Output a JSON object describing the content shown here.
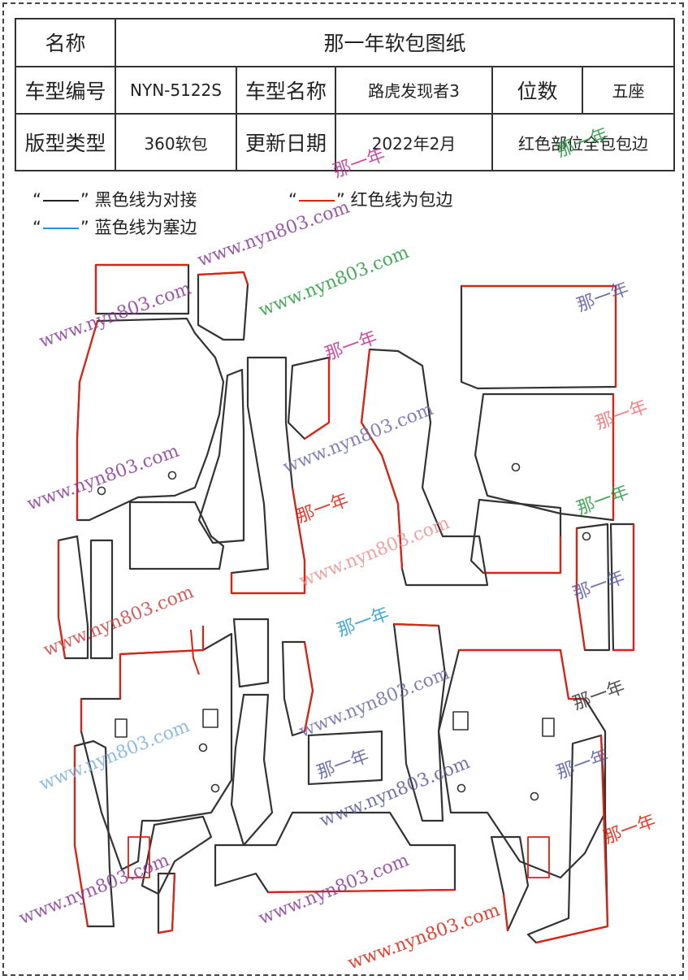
{
  "header": {
    "name_label": "名称",
    "name_value": "那一年软包图纸",
    "model_no_label": "车型编号",
    "model_no_value": "NYN-5122S",
    "model_name_label": "车型名称",
    "model_name_value": "路虎发现者3",
    "seats_label": "位数",
    "seats_value": "五座",
    "type_label": "版型类型",
    "type_value": "360软包",
    "date_label": "更新日期",
    "date_value": "2022年2月",
    "color_scope_value": "红色部位全包包边"
  },
  "legend": {
    "black_quote": "“",
    "black_quote_end": "”",
    "black_text": "黑色线为对接",
    "red_text": "红色线为包边",
    "blue_text": "蓝色线为塞边",
    "black_color": "#222222",
    "red_color": "#e02010",
    "blue_color": "#1a9ad6"
  },
  "watermarks": {
    "text_cn": "那一年",
    "text_url": "www.nyn803.com"
  }
}
